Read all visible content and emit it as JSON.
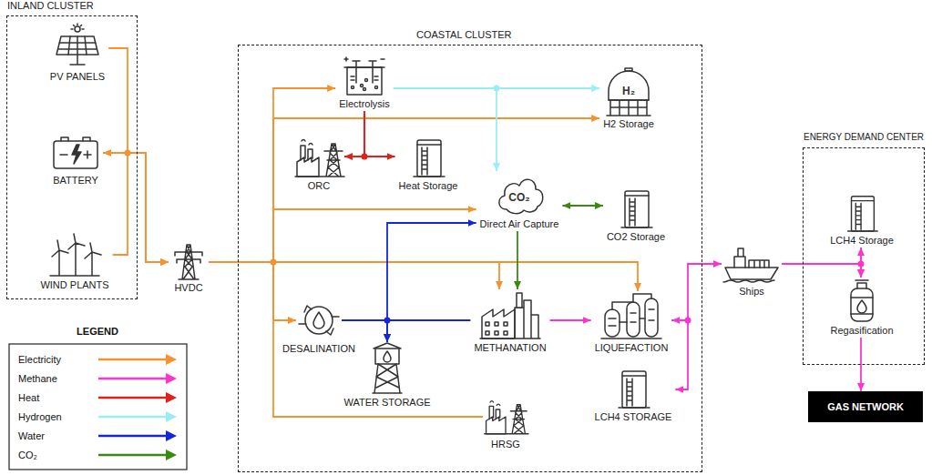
{
  "diagram": {
    "nodes": [
      {
        "text": [
          "INLAND CLUSTER"
        ]
      },
      {
        "text": [
          "PV PANELS"
        ],
        "in": 0
      },
      {
        "text": [
          "BATTERY"
        ],
        "in": 0
      },
      {
        "text": [
          "WIND PLANTS"
        ],
        "in": 0
      },
      {
        "text": [
          "HVDC"
        ]
      },
      {
        "text": [
          "COASTAL CLUSTER"
        ]
      },
      {
        "text": [
          "Electrolysis"
        ],
        "in": 5
      },
      {
        "text": [
          "H₂",
          "H2 Storage"
        ],
        "in": 5
      },
      {
        "text": [
          "ORC"
        ],
        "in": 5
      },
      {
        "text": [
          "Heat Storage"
        ],
        "in": 5
      },
      {
        "text": [
          "CO₂",
          "Direct Air Capture"
        ],
        "in": 5
      },
      {
        "text": [
          "CO2 Storage"
        ],
        "in": 5
      },
      {
        "text": [
          "DESALINATION"
        ],
        "in": 5
      },
      {
        "text": [
          "METHANATION"
        ],
        "in": 5
      },
      {
        "text": [
          "LIQUEFACTION"
        ],
        "in": 5
      },
      {
        "text": [
          "WATER STORAGE"
        ],
        "in": 5
      },
      {
        "text": [
          "LCH4 STORAGE"
        ],
        "in": 5
      },
      {
        "text": [
          "HRSG"
        ],
        "in": 5
      },
      {
        "text": [
          "Ships"
        ]
      },
      {
        "text": [
          "ENERGY DEMAND CENTER"
        ]
      },
      {
        "text": [
          "LCH4 Storage"
        ],
        "in": 19
      },
      {
        "text": [
          "Regasification"
        ],
        "in": 19
      },
      {
        "text": [
          "GAS NETWORK"
        ]
      }
    ],
    "edges": [
      {
        "from": 1,
        "to": 4,
        "arrow": "to"
      },
      {
        "from": 3,
        "to": 4,
        "arrow": "to"
      },
      {
        "from": 2,
        "to": 4,
        "arrow": "both"
      },
      {
        "from": 4,
        "to": 6,
        "arrow": "to"
      },
      {
        "from": 4,
        "to": 7,
        "arrow": "to"
      },
      {
        "from": 4,
        "to": 10,
        "arrow": "to"
      },
      {
        "from": 4,
        "to": 13,
        "arrow": "to"
      },
      {
        "from": 4,
        "to": 14,
        "arrow": "to"
      },
      {
        "from": 4,
        "to": 12,
        "arrow": "to"
      },
      {
        "from": 17,
        "to": 4,
        "arrow": "none"
      },
      {
        "from": 6,
        "to": 7,
        "arrow": "to"
      },
      {
        "from": 6,
        "to": 10,
        "arrow": "to"
      },
      {
        "from": 6,
        "to": 8,
        "arrow": "to"
      },
      {
        "from": 6,
        "to": 9,
        "arrow": "to"
      },
      {
        "from": 10,
        "to": 11,
        "arrow": "both"
      },
      {
        "from": 10,
        "to": 13,
        "arrow": "to"
      },
      {
        "from": 12,
        "to": 15,
        "arrow": "to"
      },
      {
        "from": 12,
        "to": 10,
        "arrow": "to"
      },
      {
        "from": 13,
        "to": 15,
        "arrow": "to"
      },
      {
        "from": 13,
        "to": 14,
        "arrow": "to"
      },
      {
        "from": 14,
        "to": 18,
        "arrow": "to"
      },
      {
        "from": 14,
        "to": 16,
        "arrow": "both"
      },
      {
        "from": 18,
        "to": 20,
        "arrow": "to"
      },
      {
        "from": 18,
        "to": 21,
        "arrow": "to"
      },
      {
        "from": 20,
        "to": 21,
        "arrow": "to"
      },
      {
        "from": 21,
        "to": 22,
        "arrow": "to"
      }
    ],
    "labels": [
      "LEGEND"
    ],
    "legend": [
      {
        "text": "Electricity",
        "color": "#f5922f"
      },
      {
        "text": "Methane",
        "color": "#ff33cc"
      },
      {
        "text": "Heat",
        "color": "#e0201b"
      },
      {
        "text": "Hydrogen",
        "color": "#99eef5"
      },
      {
        "text": "Water",
        "color": "#1427d6"
      },
      {
        "text": "CO₂",
        "color": "#3a8a12"
      }
    ]
  }
}
